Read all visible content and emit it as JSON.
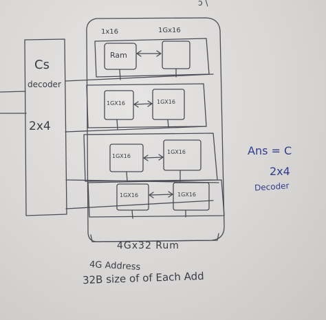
{
  "top_corner_mark": "ɔ  \\",
  "decoder": {
    "title": "Cs",
    "label": "decoder",
    "size": "2x4"
  },
  "rows": [
    {
      "left_chip": "Ram",
      "right_chip": "",
      "left_header": "1x16",
      "right_header": "1Gx16"
    },
    {
      "left_chip": "1GX16",
      "right_chip": "1GX16",
      "left_header": "",
      "right_header": ""
    },
    {
      "left_chip": "1GX16",
      "right_chip": "1GX16",
      "left_header": "",
      "right_header": ""
    },
    {
      "left_chip": "1GX16",
      "right_chip": "1GX16",
      "left_header": "",
      "right_header": ""
    }
  ],
  "module_caption": "4Gx32 Rum",
  "notes": {
    "line1": "4G Address",
    "line2": "32B size of of Each Add"
  },
  "answer": {
    "line1": "Ans = C",
    "line2": "2x4",
    "line3": "Decoder"
  },
  "colors": {
    "pencil": "#3b3c46",
    "pen_blue": "#2f3d8c",
    "paper": "#dfdedc"
  }
}
